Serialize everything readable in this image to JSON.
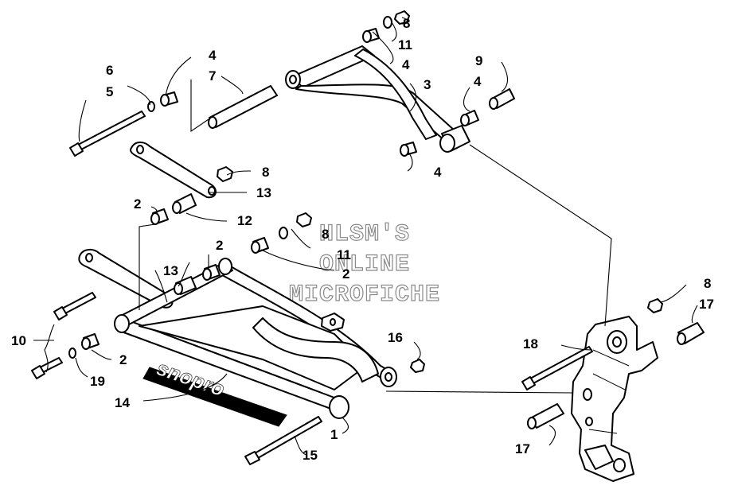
{
  "watermark": {
    "line1": "HLSM'S",
    "line2": "ONLINE",
    "line3": "MICROFICHE"
  },
  "decal": {
    "text": "snopro"
  },
  "callouts": [
    "8",
    "11",
    "4",
    "3",
    "9",
    "4",
    "4",
    "6",
    "4",
    "5",
    "7",
    "8",
    "13",
    "2",
    "12",
    "8",
    "11",
    "2",
    "2",
    "13",
    "10",
    "2",
    "19",
    "14",
    "16",
    "1",
    "15",
    "18",
    "8",
    "17",
    "17"
  ]
}
